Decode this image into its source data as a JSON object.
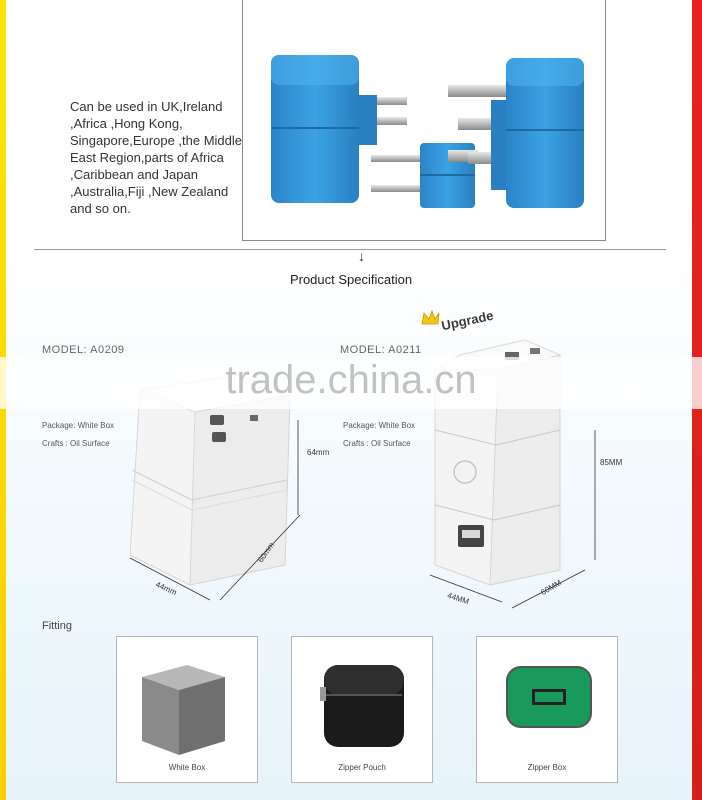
{
  "intro": {
    "text": "Can be used in UK,Ireland ,Africa ,Hong Kong, Singapore,Europe ,the Middle East Region,parts of Africa ,Caribbean and Japan ,Australia,Fiji ,New Zealand and so on."
  },
  "section": {
    "arrow": "↓",
    "title": "Product Specification"
  },
  "left_product": {
    "model": "MODEL: A0209",
    "package": "Package: White Box",
    "crafts": "Crafts : Oil Surface",
    "height": "64mm",
    "width": "44mm",
    "depth": "60mm"
  },
  "right_product": {
    "model": "MODEL: A0211",
    "badge": "Upgrade",
    "package": "Package: White Box",
    "crafts": "Crafts : Oil Surface",
    "height": "85MM",
    "width": "44MM",
    "depth": "60MM"
  },
  "watermark": "trade.china.cn",
  "fitting": {
    "label": "Fitting",
    "items": [
      {
        "caption": "White Box"
      },
      {
        "caption": "Zipper Pouch"
      },
      {
        "caption": "Zipper Box"
      }
    ]
  },
  "colors": {
    "plug_blue": "#2f8ed3",
    "frame_yellow": "#ffd800",
    "frame_red": "#e0221c",
    "case_green": "#1a9a5a"
  }
}
